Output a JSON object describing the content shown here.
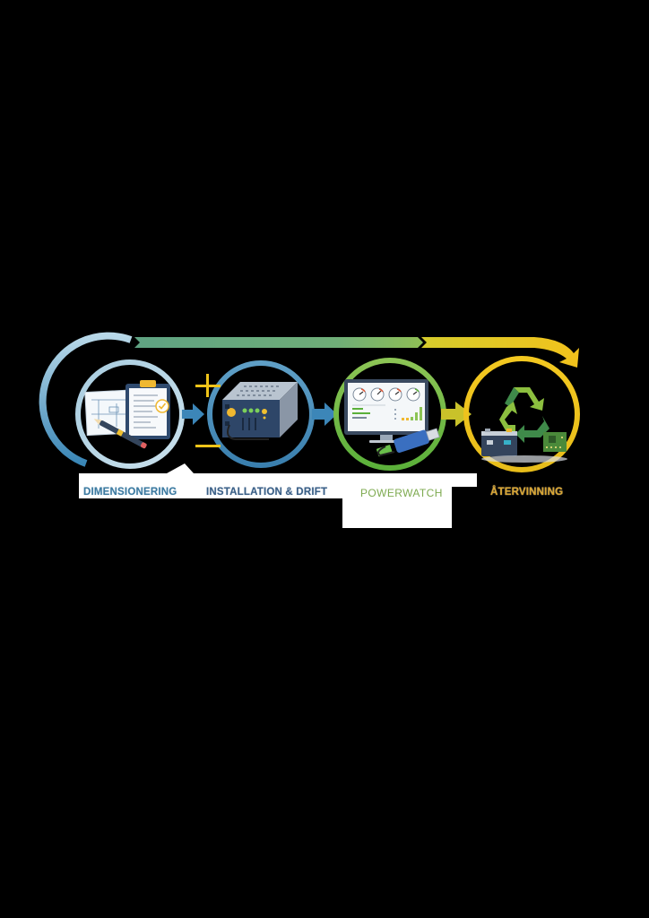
{
  "diagram": {
    "type": "process-flow",
    "background": "#000000",
    "stages": [
      {
        "label": "DIMENSIONERING",
        "color": "#3d7aa0",
        "icon": "clipboard-blueprint-pencil-icon"
      },
      {
        "label": "INSTALLATION & DRIFT",
        "color": "#3a6f9a",
        "icon": "power-supply-device-icon",
        "symbols": [
          "+",
          "−"
        ]
      },
      {
        "label": "POWERWATCH",
        "color": "#7daa4f",
        "icon": "monitor-gauges-usb-icon"
      },
      {
        "label": "ÅTERVINNING",
        "color": "#e3b52a",
        "icon": "recycle-battery-circuit-icon"
      }
    ],
    "connectors": [
      {
        "from": 0,
        "to": 1,
        "color": "#3c86b8"
      },
      {
        "from": 1,
        "to": 2,
        "color": "#3c86b8"
      },
      {
        "from": 2,
        "to": 3,
        "color": "#c9c22a"
      }
    ],
    "top_arrow": {
      "colors": [
        "#a9cfe0",
        "#5fa383",
        "#8fbf55",
        "#e8c22a"
      ],
      "direction": "left-to-right"
    },
    "accent_colors": {
      "blue_light": "#8fc0dc",
      "blue": "#3a86b6",
      "green": "#79b74a",
      "yellow": "#f0c419",
      "plus_minus": "#f0c419"
    }
  }
}
